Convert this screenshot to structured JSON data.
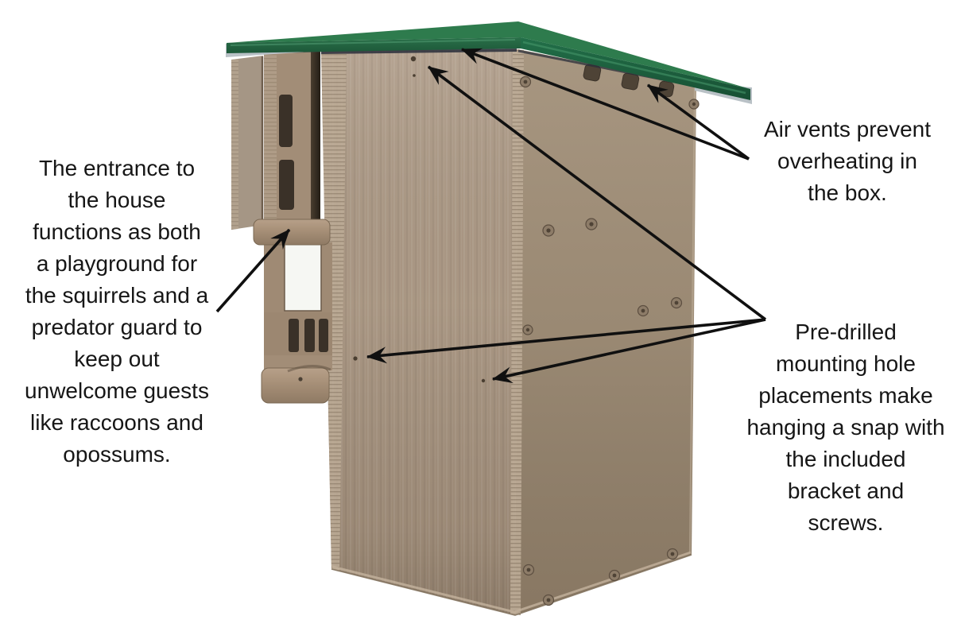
{
  "background": "#ffffff",
  "colors": {
    "roof_green": "#2e7b4d",
    "roof_edge_green": "#1f6541",
    "roof_underside": "#b9c1c6",
    "house_front": "#ad9a86",
    "house_side": "#a29079",
    "entrance_wood": "#a28d77",
    "rail_wood": "#ab947c",
    "slot_dark": "#3a3128",
    "vent_dark": "#4e4336",
    "screw": "#8d7c68",
    "window_light": "#f6f7f3",
    "arrow": "#101010",
    "text": "#161616"
  },
  "callouts": {
    "entrance": {
      "lines": [
        "The entrance to",
        "the house",
        "functions as both",
        "a playground for",
        "the squirrels and a",
        "predator guard to",
        "keep out",
        "unwelcome guests",
        "like raccoons and",
        "opossums."
      ]
    },
    "air_vents": {
      "lines": [
        "Air vents prevent",
        "overheating in",
        "the box."
      ]
    },
    "mounting": {
      "lines": [
        "Pre-drilled",
        "mounting hole",
        "placements make",
        "hanging a snap with",
        "the included",
        "bracket and",
        "screws."
      ]
    }
  }
}
